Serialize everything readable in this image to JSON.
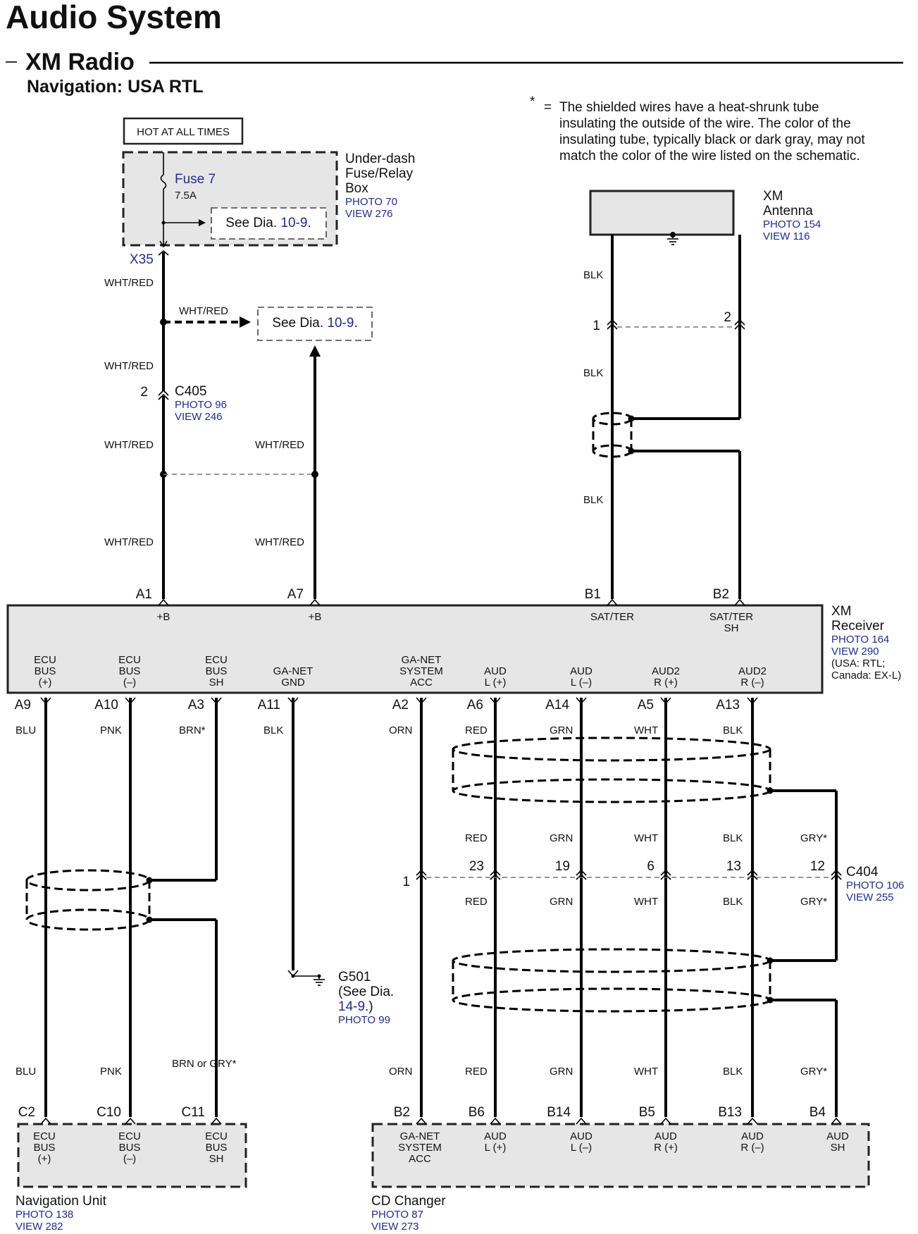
{
  "title": "Audio System",
  "subtitle": "XM Radio",
  "nav": "Navigation: USA RTL",
  "note": {
    "star": "*",
    "eq": "=",
    "lines": [
      "The shielded wires have a heat-shrunk tube",
      "insulating the outside of the wire.  The color of the",
      "insulating tube, typically black or dark gray, may not",
      "match the color of the wire listed on the schematic."
    ]
  },
  "hot": "HOT AT ALL TIMES",
  "fuse_box": {
    "name": [
      "Under-dash",
      "Fuse/Relay",
      "Box"
    ],
    "photo": "PHOTO 70",
    "view": "VIEW 276",
    "fuse": "Fuse 7",
    "rating": "7.5A",
    "see_prefix": "See Dia.",
    "see_ref": "10-9",
    "see_suffix": ".",
    "terminal": "X35"
  },
  "see_dia_2": {
    "prefix": "See Dia.",
    "ref": "10-9",
    "suffix": "."
  },
  "c405": {
    "name": "C405",
    "photo": "PHOTO 96",
    "view": "VIEW 246",
    "pin": "2"
  },
  "wire_labels": {
    "wht_red": "WHT/RED",
    "blk": "BLK"
  },
  "antenna": {
    "name": [
      "XM",
      "Antenna"
    ],
    "photo": "PHOTO 154",
    "view": "VIEW 116",
    "pin1": "1",
    "pin2": "2"
  },
  "receiver": {
    "name": [
      "XM",
      "Receiver"
    ],
    "photo": "PHOTO 164",
    "view": "VIEW 290",
    "note": [
      "(USA: RTL;",
      "Canada: EX-L)"
    ],
    "top_pins": [
      {
        "pin": "A1",
        "label": [
          "+B"
        ]
      },
      {
        "pin": "A7",
        "label": [
          "+B"
        ]
      },
      {
        "pin": "B1",
        "label": [
          "SAT/TER"
        ]
      },
      {
        "pin": "B2",
        "label": [
          "SAT/TER",
          "SH"
        ]
      }
    ],
    "bottom_pins": [
      {
        "pin": "A9",
        "label": [
          "ECU",
          "BUS",
          "(+)"
        ],
        "color": "BLU"
      },
      {
        "pin": "A10",
        "label": [
          "ECU",
          "BUS",
          "(–)"
        ],
        "color": "PNK"
      },
      {
        "pin": "A3",
        "label": [
          "ECU",
          "BUS",
          "SH"
        ],
        "color": "BRN*"
      },
      {
        "pin": "A11",
        "label": [
          "GA-NET",
          "GND"
        ],
        "color": "BLK"
      },
      {
        "pin": "A2",
        "label": [
          "GA-NET",
          "SYSTEM",
          "ACC"
        ],
        "color": "ORN"
      },
      {
        "pin": "A6",
        "label": [
          "AUD",
          "L (+)"
        ],
        "color": "RED"
      },
      {
        "pin": "A14",
        "label": [
          "AUD",
          "L (–)"
        ],
        "color": "GRN"
      },
      {
        "pin": "A5",
        "label": [
          "AUD2",
          "R (+)"
        ],
        "color": "WHT"
      },
      {
        "pin": "A13",
        "label": [
          "AUD2",
          "R (–)"
        ],
        "color": "BLK"
      }
    ]
  },
  "g501": {
    "name": "G501",
    "see": "(See Dia.",
    "ref": "14-9",
    "close": ".)",
    "photo": "PHOTO 99"
  },
  "c404": {
    "name": "C404",
    "photo": "PHOTO 106",
    "view": "VIEW 255",
    "pins": [
      "1",
      "23",
      "19",
      "6",
      "13",
      "12"
    ],
    "colors_upper": [
      "RED",
      "GRN",
      "WHT",
      "BLK",
      "GRY*"
    ],
    "colors_lower": [
      "RED",
      "GRN",
      "WHT",
      "BLK",
      "GRY*"
    ]
  },
  "nav_unit": {
    "name": "Navigation Unit",
    "photo": "PHOTO 138",
    "view": "VIEW 282",
    "pins": [
      {
        "pin": "C2",
        "label": [
          "ECU",
          "BUS",
          "(+)"
        ],
        "color": "BLU"
      },
      {
        "pin": "C10",
        "label": [
          "ECU",
          "BUS",
          "(–)"
        ],
        "color": "PNK"
      },
      {
        "pin": "C11",
        "label": [
          "ECU",
          "BUS",
          "SH"
        ],
        "color": "BRN or GRY*"
      }
    ]
  },
  "cd_changer": {
    "name": "CD Changer",
    "photo": "PHOTO 87",
    "view": "VIEW 273",
    "pins": [
      {
        "pin": "B2",
        "label": [
          "GA-NET",
          "SYSTEM",
          "ACC"
        ],
        "color": "ORN"
      },
      {
        "pin": "B6",
        "label": [
          "AUD",
          "L  (+)"
        ],
        "color": "RED"
      },
      {
        "pin": "B14",
        "label": [
          "AUD",
          "L (–)"
        ],
        "color": "GRN"
      },
      {
        "pin": "B5",
        "label": [
          "AUD",
          "R  (+)"
        ],
        "color": "WHT"
      },
      {
        "pin": "B13",
        "label": [
          "AUD",
          "R (–)"
        ],
        "color": "BLK"
      },
      {
        "pin": "B4",
        "label": [
          "AUD",
          "SH"
        ],
        "color": "GRY*"
      }
    ]
  }
}
